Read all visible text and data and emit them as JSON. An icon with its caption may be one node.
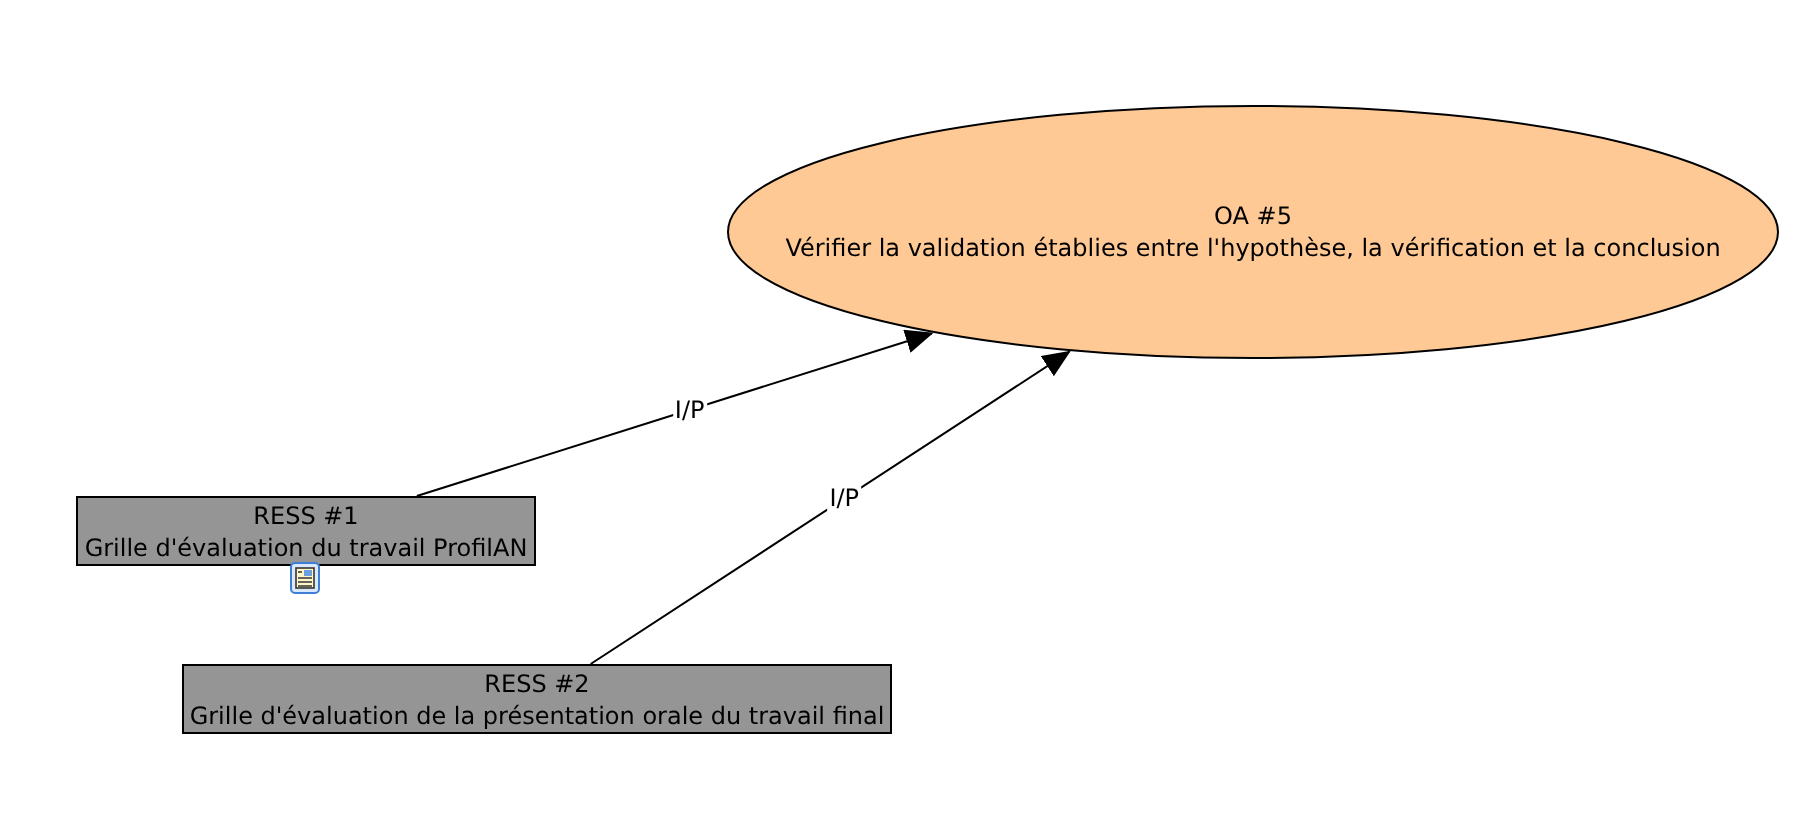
{
  "diagram": {
    "nodes": [
      {
        "text": [
          "OA #5",
          "Vérifier la validation établies entre l'hypothèse, la vérification et la conclusion"
        ]
      },
      {
        "text": [
          "RESS #1",
          "Grille d'évaluation du travail ProfilAN"
        ]
      },
      {
        "text": [
          "RESS #2",
          "Grille d'évaluation de la présentation orale du travail final"
        ]
      }
    ],
    "edges": [
      {
        "from": 1,
        "to": 0,
        "arrow": "to",
        "label": "I/P"
      },
      {
        "from": 2,
        "to": 0,
        "arrow": "to",
        "label": "I/P"
      }
    ]
  }
}
